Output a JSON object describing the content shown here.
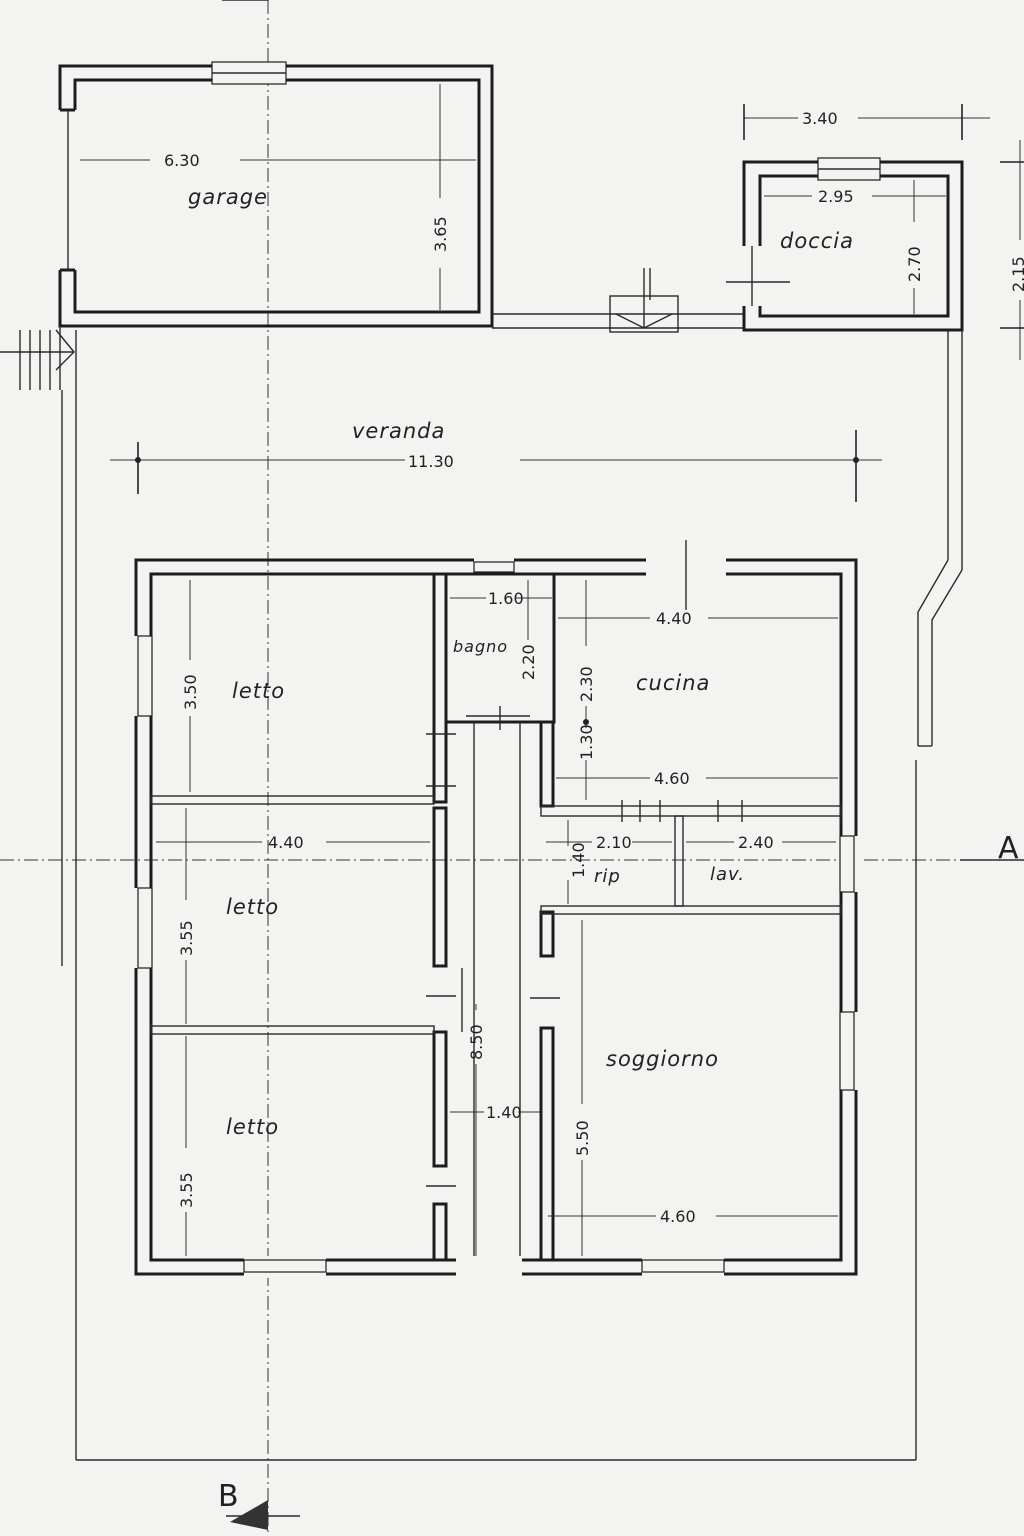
{
  "rooms": {
    "garage": "garage",
    "doccia": "doccia",
    "veranda": "veranda",
    "bagno": "bagno",
    "cucina": "cucina",
    "letto_1": "letto",
    "letto_2": "letto",
    "letto_3": "letto",
    "rip": "rip",
    "lav": "lav.",
    "soggiorno": "soggiorno"
  },
  "dimensions": {
    "garage_w": "6.30",
    "garage_h": "3.65",
    "annex_w": "3.40",
    "doccia_w": "2.95",
    "doccia_h": "2.70",
    "annex_h": "2.15",
    "veranda_w": "11.30",
    "bagno_w": "1.60",
    "bagno_h": "2.20",
    "cucina_w": "4.40",
    "cucina_h": "2.30",
    "cucina_h2": "1.30",
    "cucina_w2": "4.60",
    "letto1_h": "3.50",
    "letto2_w": "4.40",
    "letto2_h": "3.55",
    "letto3_h": "3.55",
    "rip_w": "2.10",
    "rip_h": "1.40",
    "lav_w": "2.40",
    "corridor_h": "8.50",
    "corridor_w": "1.40",
    "soggiorno_h": "5.50",
    "soggiorno_w": "4.60"
  },
  "sections": {
    "a": "A",
    "b": "B"
  }
}
